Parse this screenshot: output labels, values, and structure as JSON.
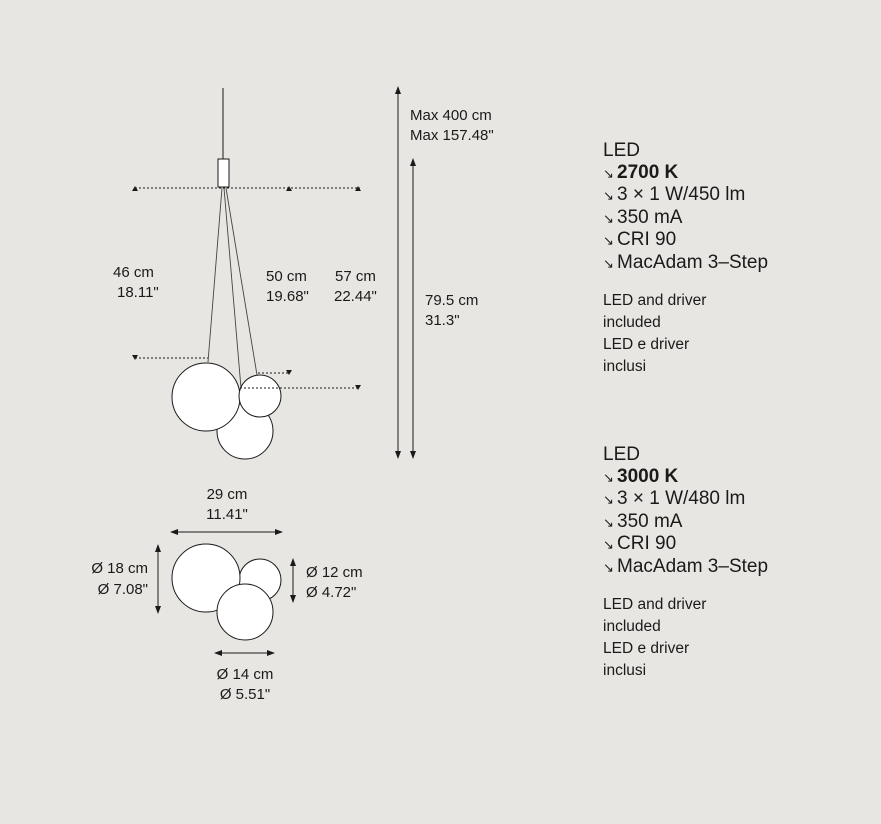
{
  "drawing": {
    "side_view": {
      "cable_46": {
        "cm": "46 cm",
        "in": "18.11\""
      },
      "cable_50": {
        "cm": "50 cm",
        "in": "19.68\""
      },
      "cable_57": {
        "cm": "57 cm",
        "in": "22.44\""
      },
      "max_length": {
        "cm": "Max 400 cm",
        "in": "Max 157.48\""
      },
      "total_height": {
        "cm": "79.5 cm",
        "in": "31.3\""
      }
    },
    "top_view": {
      "width": {
        "cm": "29 cm",
        "in": "11.41\""
      },
      "diam_large": {
        "cm": "Ø 18 cm",
        "in": "Ø 7.08\""
      },
      "diam_small": {
        "cm": "Ø 12 cm",
        "in": "Ø 4.72\""
      },
      "diam_medium": {
        "cm": "Ø 14 cm",
        "in": "Ø 5.51\""
      }
    }
  },
  "specs": [
    {
      "title": "LED",
      "bullet_icon": "arrow-down-right",
      "items": [
        "2700 K",
        "3 × 1 W/450 lm",
        "350 mA",
        "CRI 90",
        "MacAdam 3–Step"
      ],
      "notes": [
        "LED and driver",
        "included",
        "LED e driver",
        "inclusi"
      ]
    },
    {
      "title": "LED",
      "bullet_icon": "arrow-down-right",
      "items": [
        "3000 K",
        "3 × 1 W/480 lm",
        "350 mA",
        "CRI 90",
        "MacAdam 3–Step"
      ],
      "notes": [
        "LED and driver",
        "included",
        "LED e driver",
        "inclusi"
      ]
    }
  ]
}
